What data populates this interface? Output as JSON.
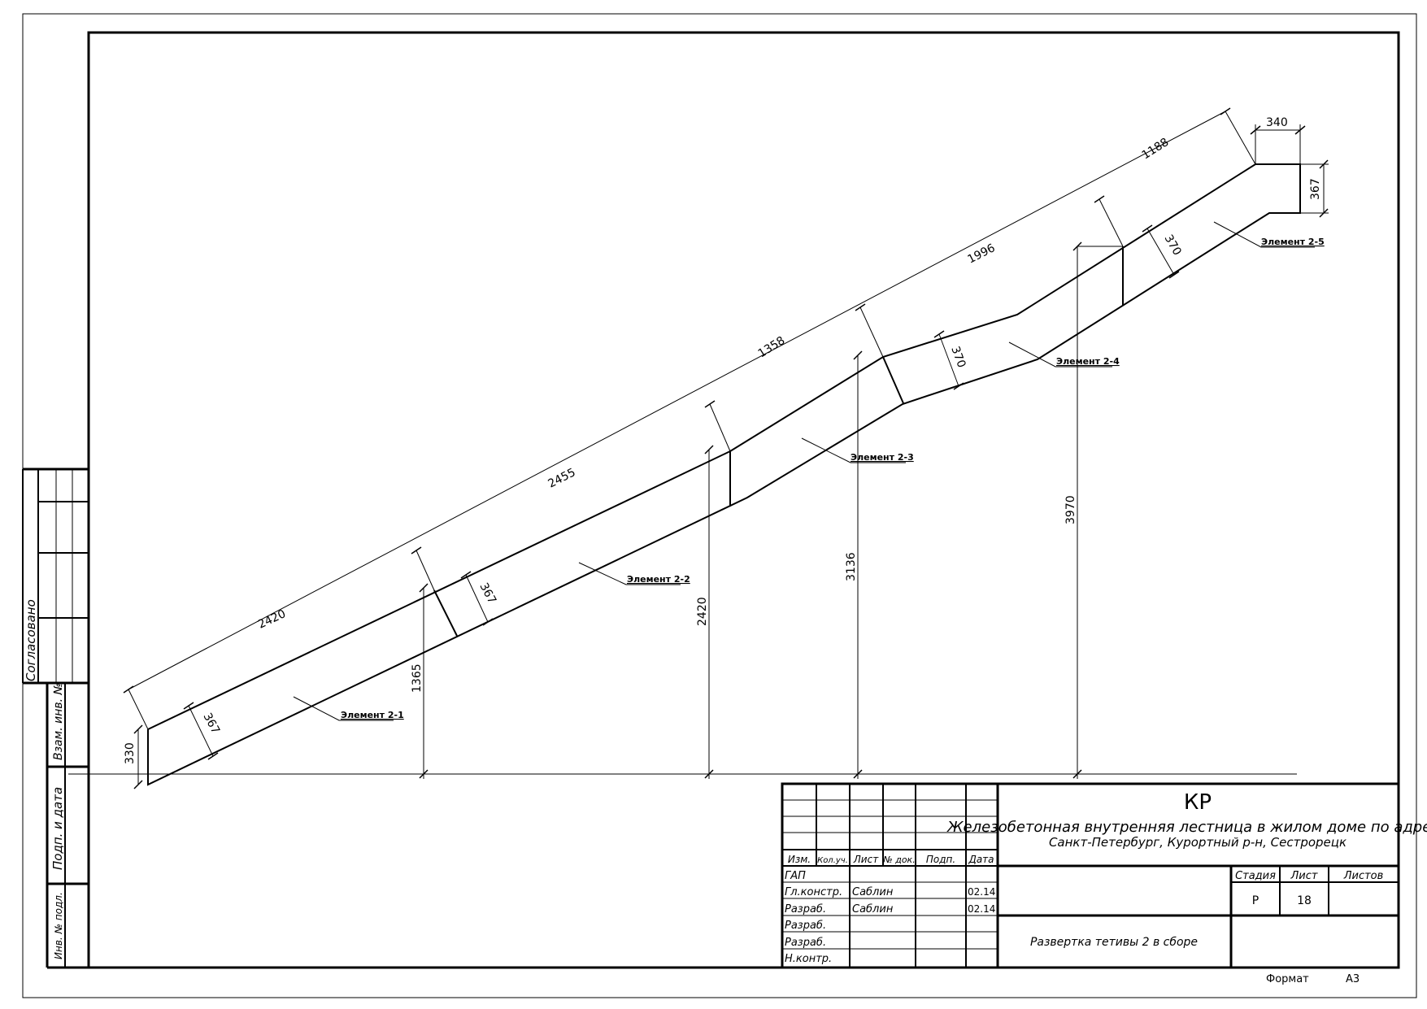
{
  "side_stamp": {
    "approved": "Согласовано",
    "replace_inv": "Взам. инв. №",
    "sign_date": "Подп. и дата",
    "inv_orig": "Инв. № подл."
  },
  "dimensions": {
    "seg1_len": "2420",
    "seg2_len": "2455",
    "seg3_len": "1358",
    "seg4_len": "1996",
    "seg5_len": "1188",
    "top_len": "340",
    "end_h": "367",
    "start_h": "330",
    "w1": "367",
    "w2": "367",
    "w4": "370",
    "w5": "370",
    "h1": "1365",
    "h2": "2420",
    "h3": "3136",
    "h4": "3970"
  },
  "elements": {
    "e1": "Элемент 2-1",
    "e2": "Элемент 2-2",
    "e3": "Элемент 2-3",
    "e4": "Элемент 2-4",
    "e5": "Элемент 2-5"
  },
  "title_block": {
    "code": "КР",
    "project_line1": "Железобетонная внутренняя лестница в жилом доме по адресу",
    "project_line2": "Санкт-Петербург, Курортный р-н, Сестрорецк",
    "sheet_title": "Развертка тетивы 2 в сборе",
    "col_izm": "Изм.",
    "col_kol": "Кол.уч.",
    "col_list": "Лист",
    "col_ndok": "№ док.",
    "col_podp": "Подп.",
    "col_data": "Дата",
    "roles": [
      "ГАП",
      "Гл.констр.",
      "Разраб.",
      "Разраб.",
      "Разраб.",
      "Н.контр."
    ],
    "names": [
      "",
      "Саблин",
      "Саблин",
      "",
      "",
      ""
    ],
    "dates": [
      "",
      "02.14",
      "02.14",
      "",
      "",
      ""
    ],
    "stage_label": "Стадия",
    "sheet_label": "Лист",
    "sheets_label": "Листов",
    "stage": "Р",
    "sheet_no": "18",
    "sheets_total": "",
    "format_label": "Формат",
    "format": "А3"
  }
}
